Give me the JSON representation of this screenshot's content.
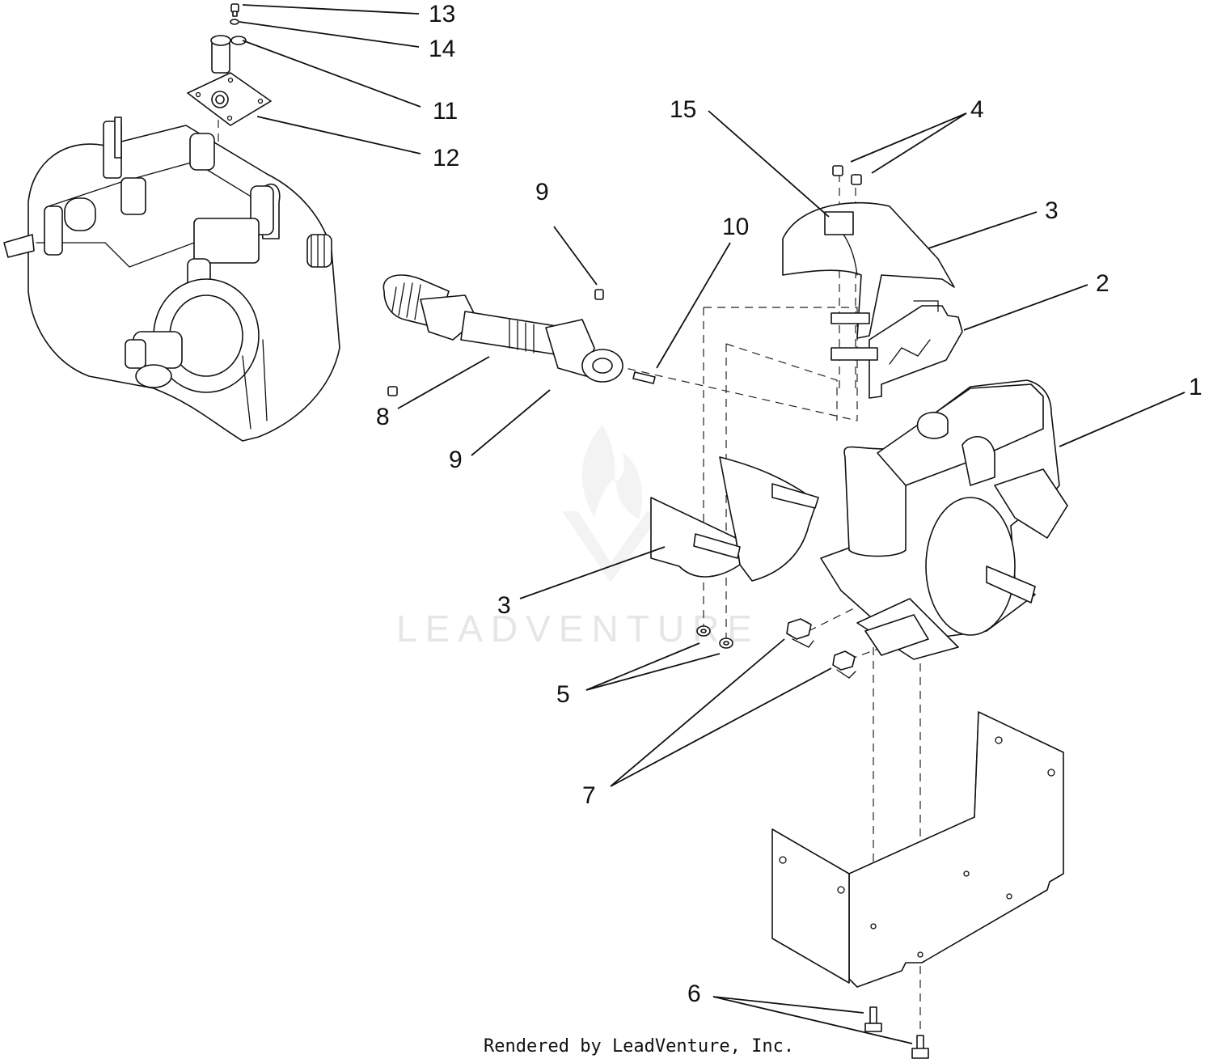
{
  "diagram": {
    "callouts": [
      "13",
      "14",
      "11",
      "12",
      "15",
      "4",
      "3",
      "2",
      "9",
      "10",
      "1",
      "8",
      "9",
      "3",
      "5",
      "7",
      "6"
    ],
    "watermark": "LEADVENTURE",
    "credit": "Rendered by LeadVenture, Inc."
  }
}
